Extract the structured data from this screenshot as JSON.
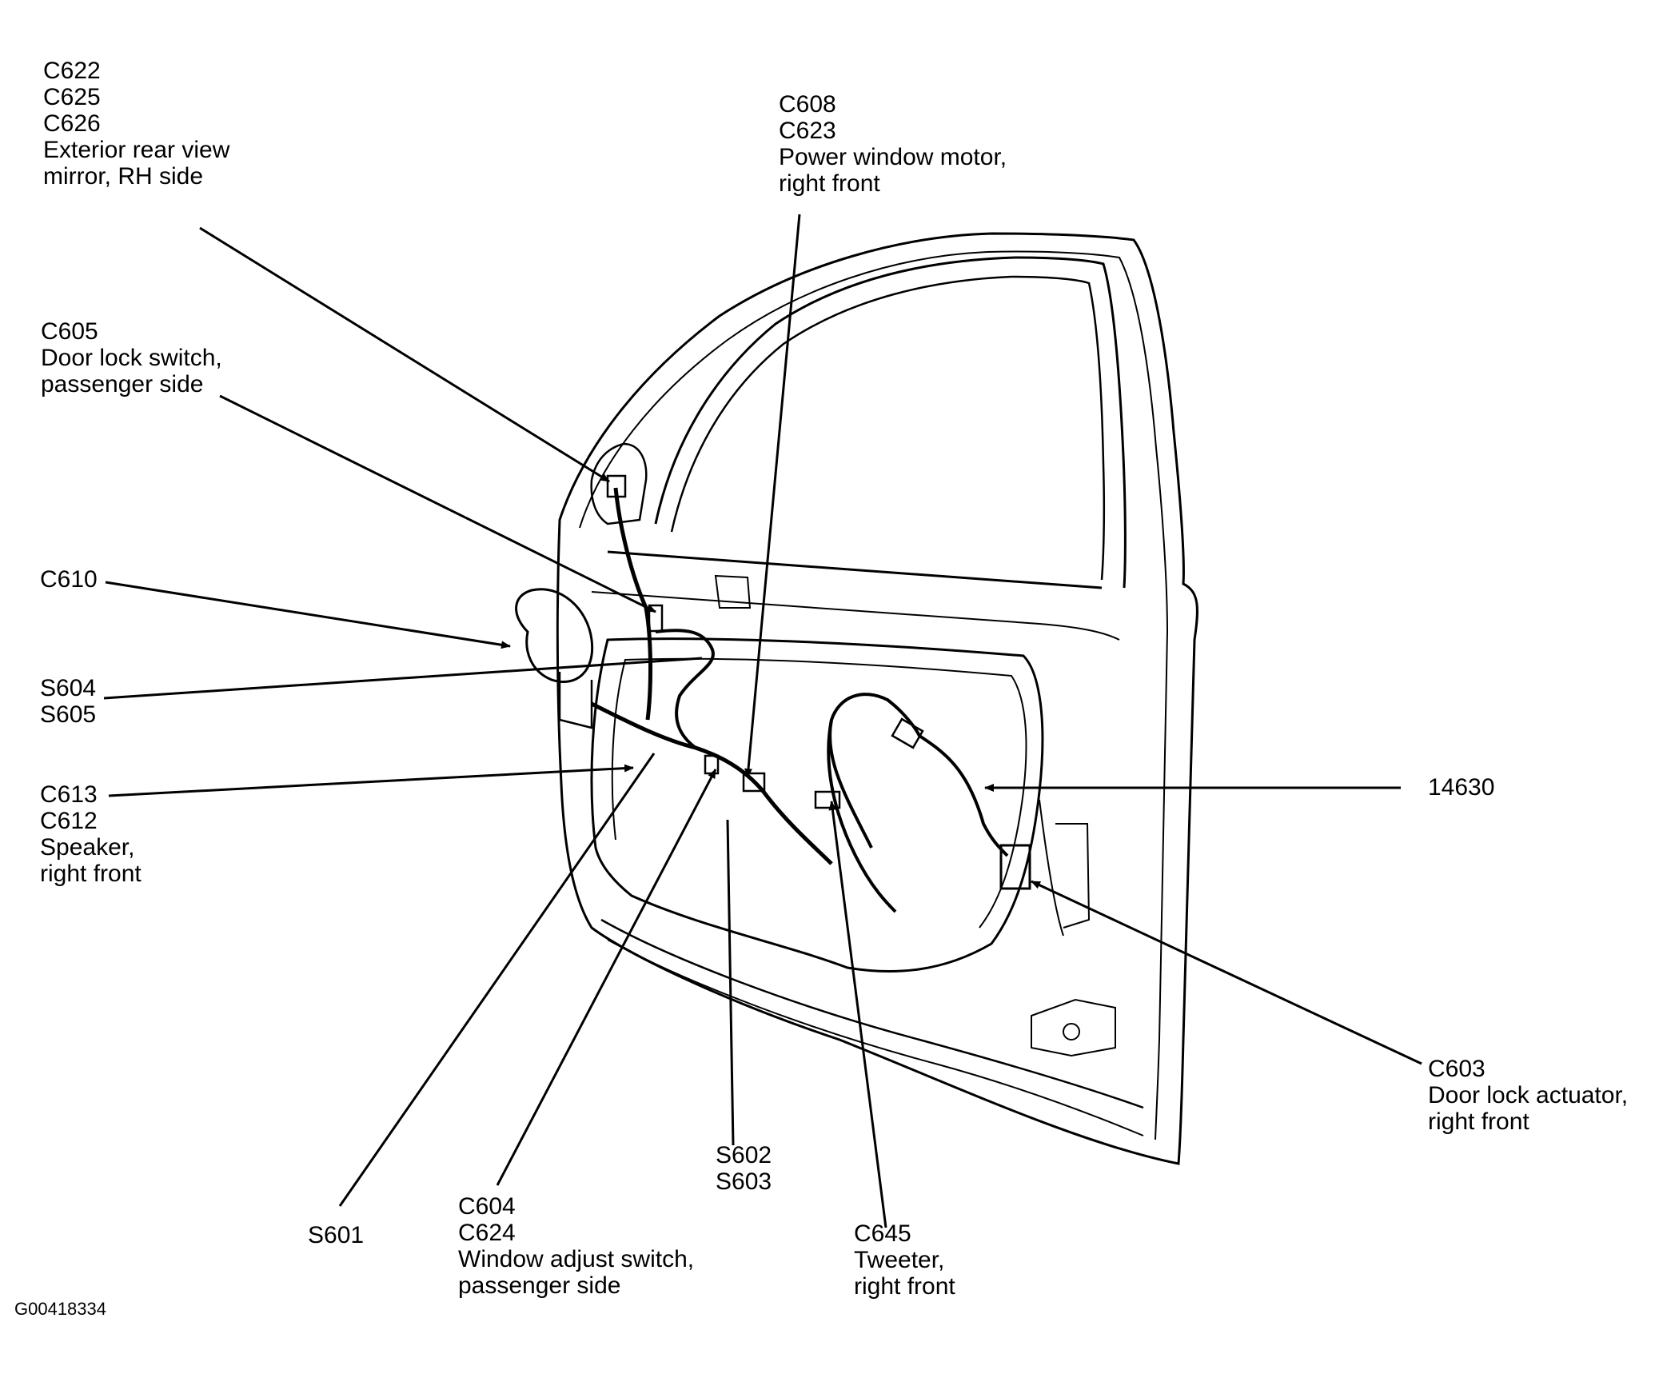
{
  "figure_id": "G00418334",
  "callouts": {
    "mirror": [
      "C622",
      "C625",
      "C626",
      "Exterior rear view",
      "mirror, RH side"
    ],
    "window_motor": [
      "C608",
      "C623",
      "Power window motor,",
      "right front"
    ],
    "door_lock_switch": [
      "C605",
      "Door lock switch,",
      "passenger side"
    ],
    "c610": [
      "C610"
    ],
    "splice_s604": [
      "S604",
      "S605"
    ],
    "speaker": [
      "C613",
      "C612",
      "Speaker,",
      "right front"
    ],
    "harness": [
      "14630"
    ],
    "door_lock_actuator": [
      "C603",
      "Door lock actuator,",
      "right front"
    ],
    "splice_s601": [
      "S601"
    ],
    "window_switch": [
      "C604",
      "C624",
      "Window adjust switch,",
      "passenger side"
    ],
    "splice_s602": [
      "S602",
      "S603"
    ],
    "tweeter": [
      "C645",
      "Tweeter,",
      "right front"
    ]
  }
}
